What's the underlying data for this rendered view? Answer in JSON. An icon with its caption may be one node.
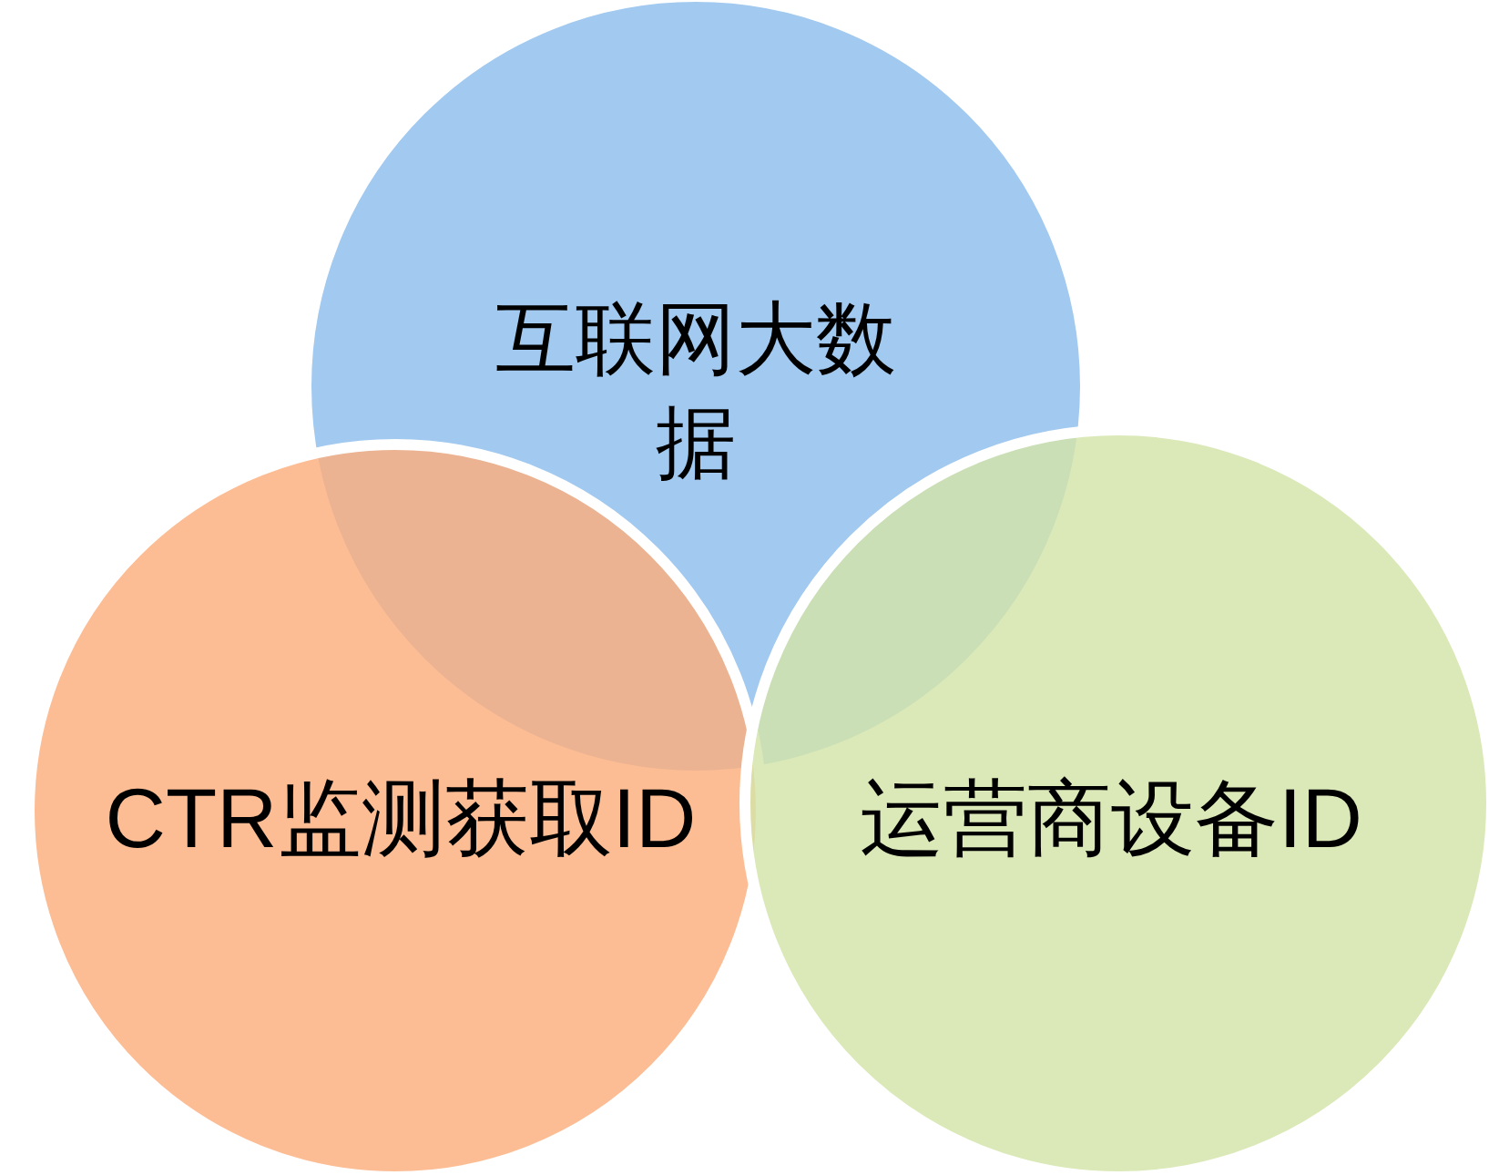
{
  "diagram": {
    "nodes": [
      {
        "text": [
          "互联网大数据"
        ]
      },
      {
        "text": [
          "CTR监测获取ID"
        ]
      },
      {
        "text": [
          "运营商设备ID"
        ]
      }
    ]
  }
}
